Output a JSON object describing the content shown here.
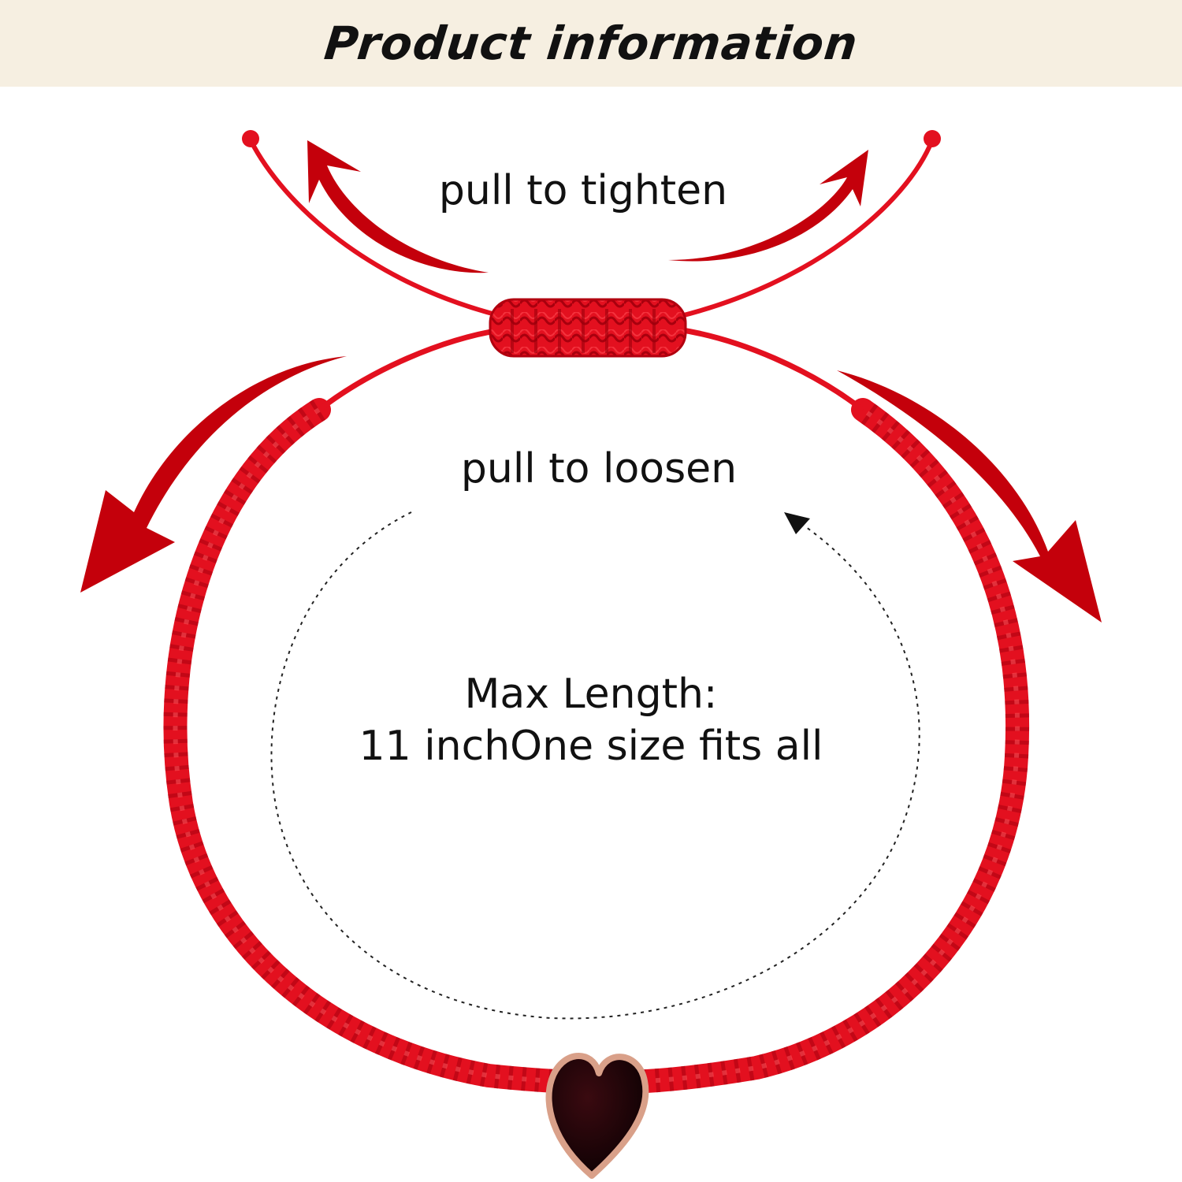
{
  "header": {
    "title": "Product information"
  },
  "labels": {
    "pull_tighten": "pull to tighten",
    "pull_loosen": "pull to loosen",
    "max_length_line1": "Max Length:",
    "max_length_line2": "11 inchOne size fits all"
  },
  "colors": {
    "header_bg": "#f6efe1",
    "cord": "#e3101f",
    "arrow": "#c4000b",
    "charm_fill": "#1a0306",
    "charm_rim": "#d9a089"
  },
  "icons": [
    "arrow-icon",
    "dashed-circle-arrow-icon",
    "heart-charm-icon"
  ]
}
